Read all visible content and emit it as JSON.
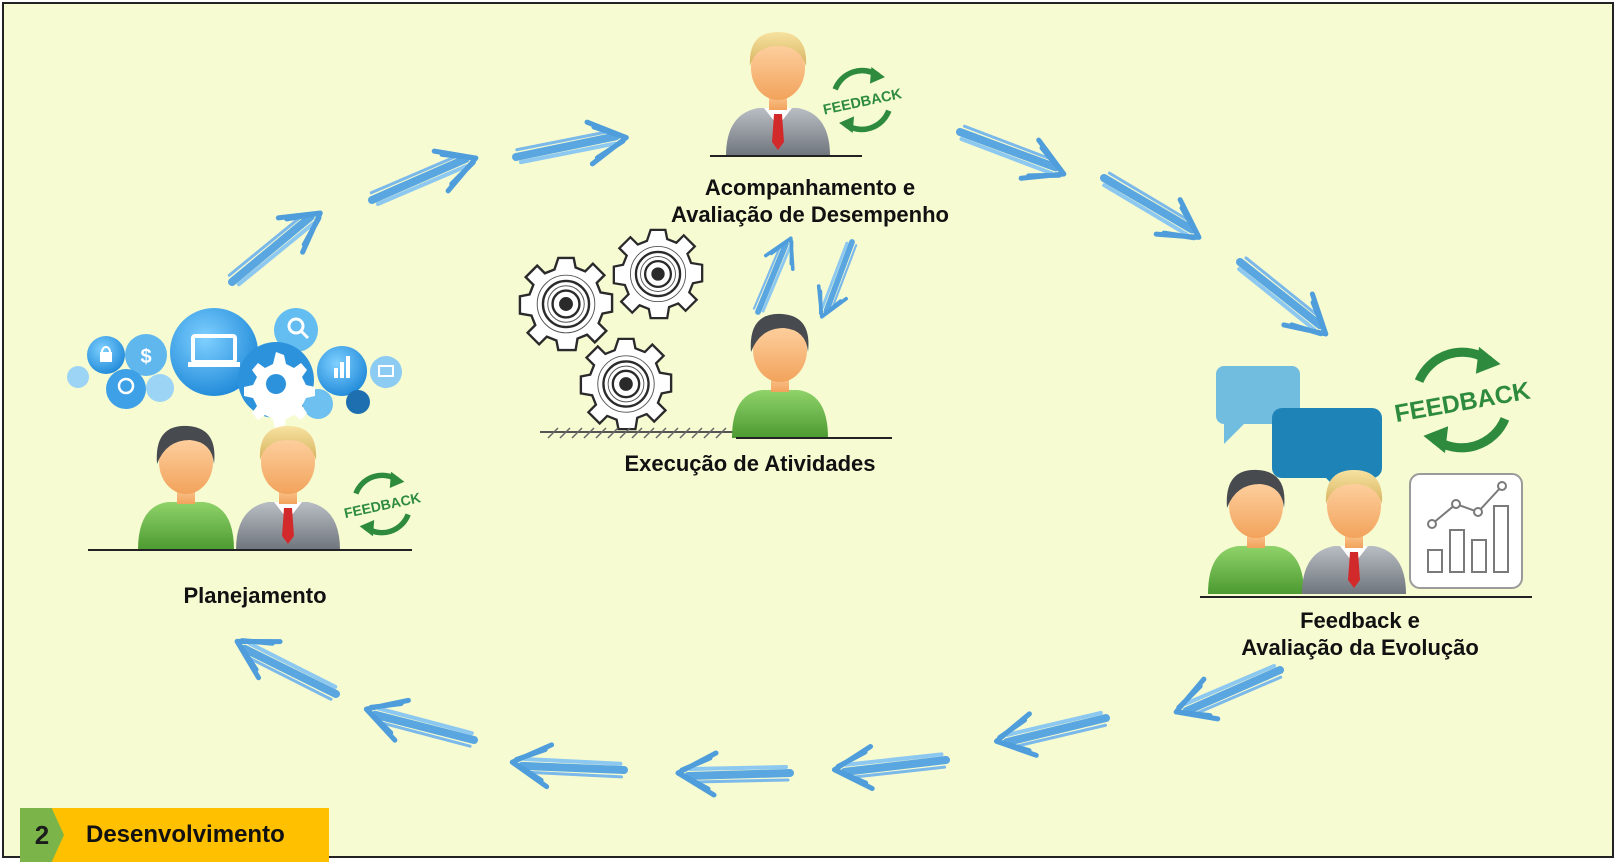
{
  "labels": {
    "planejamento": "Planejamento",
    "acompanhamento_1": "Acompanhamento e",
    "acompanhamento_2": "Avaliação de Desempenho",
    "execucao": "Execução de Atividades",
    "feedback_1": "Feedback e",
    "feedback_2": "Avaliação da Evolução"
  },
  "feedback_badge": "FEEDBACK",
  "step": {
    "number": "2",
    "label": "Desenvolvimento"
  },
  "colors": {
    "background": "#f6fbd2",
    "arrow": "#5aa6e0",
    "feedback_green": "#2e8b3e",
    "step_number_bg": "#7bb54a",
    "step_label_bg": "#ffc000"
  }
}
